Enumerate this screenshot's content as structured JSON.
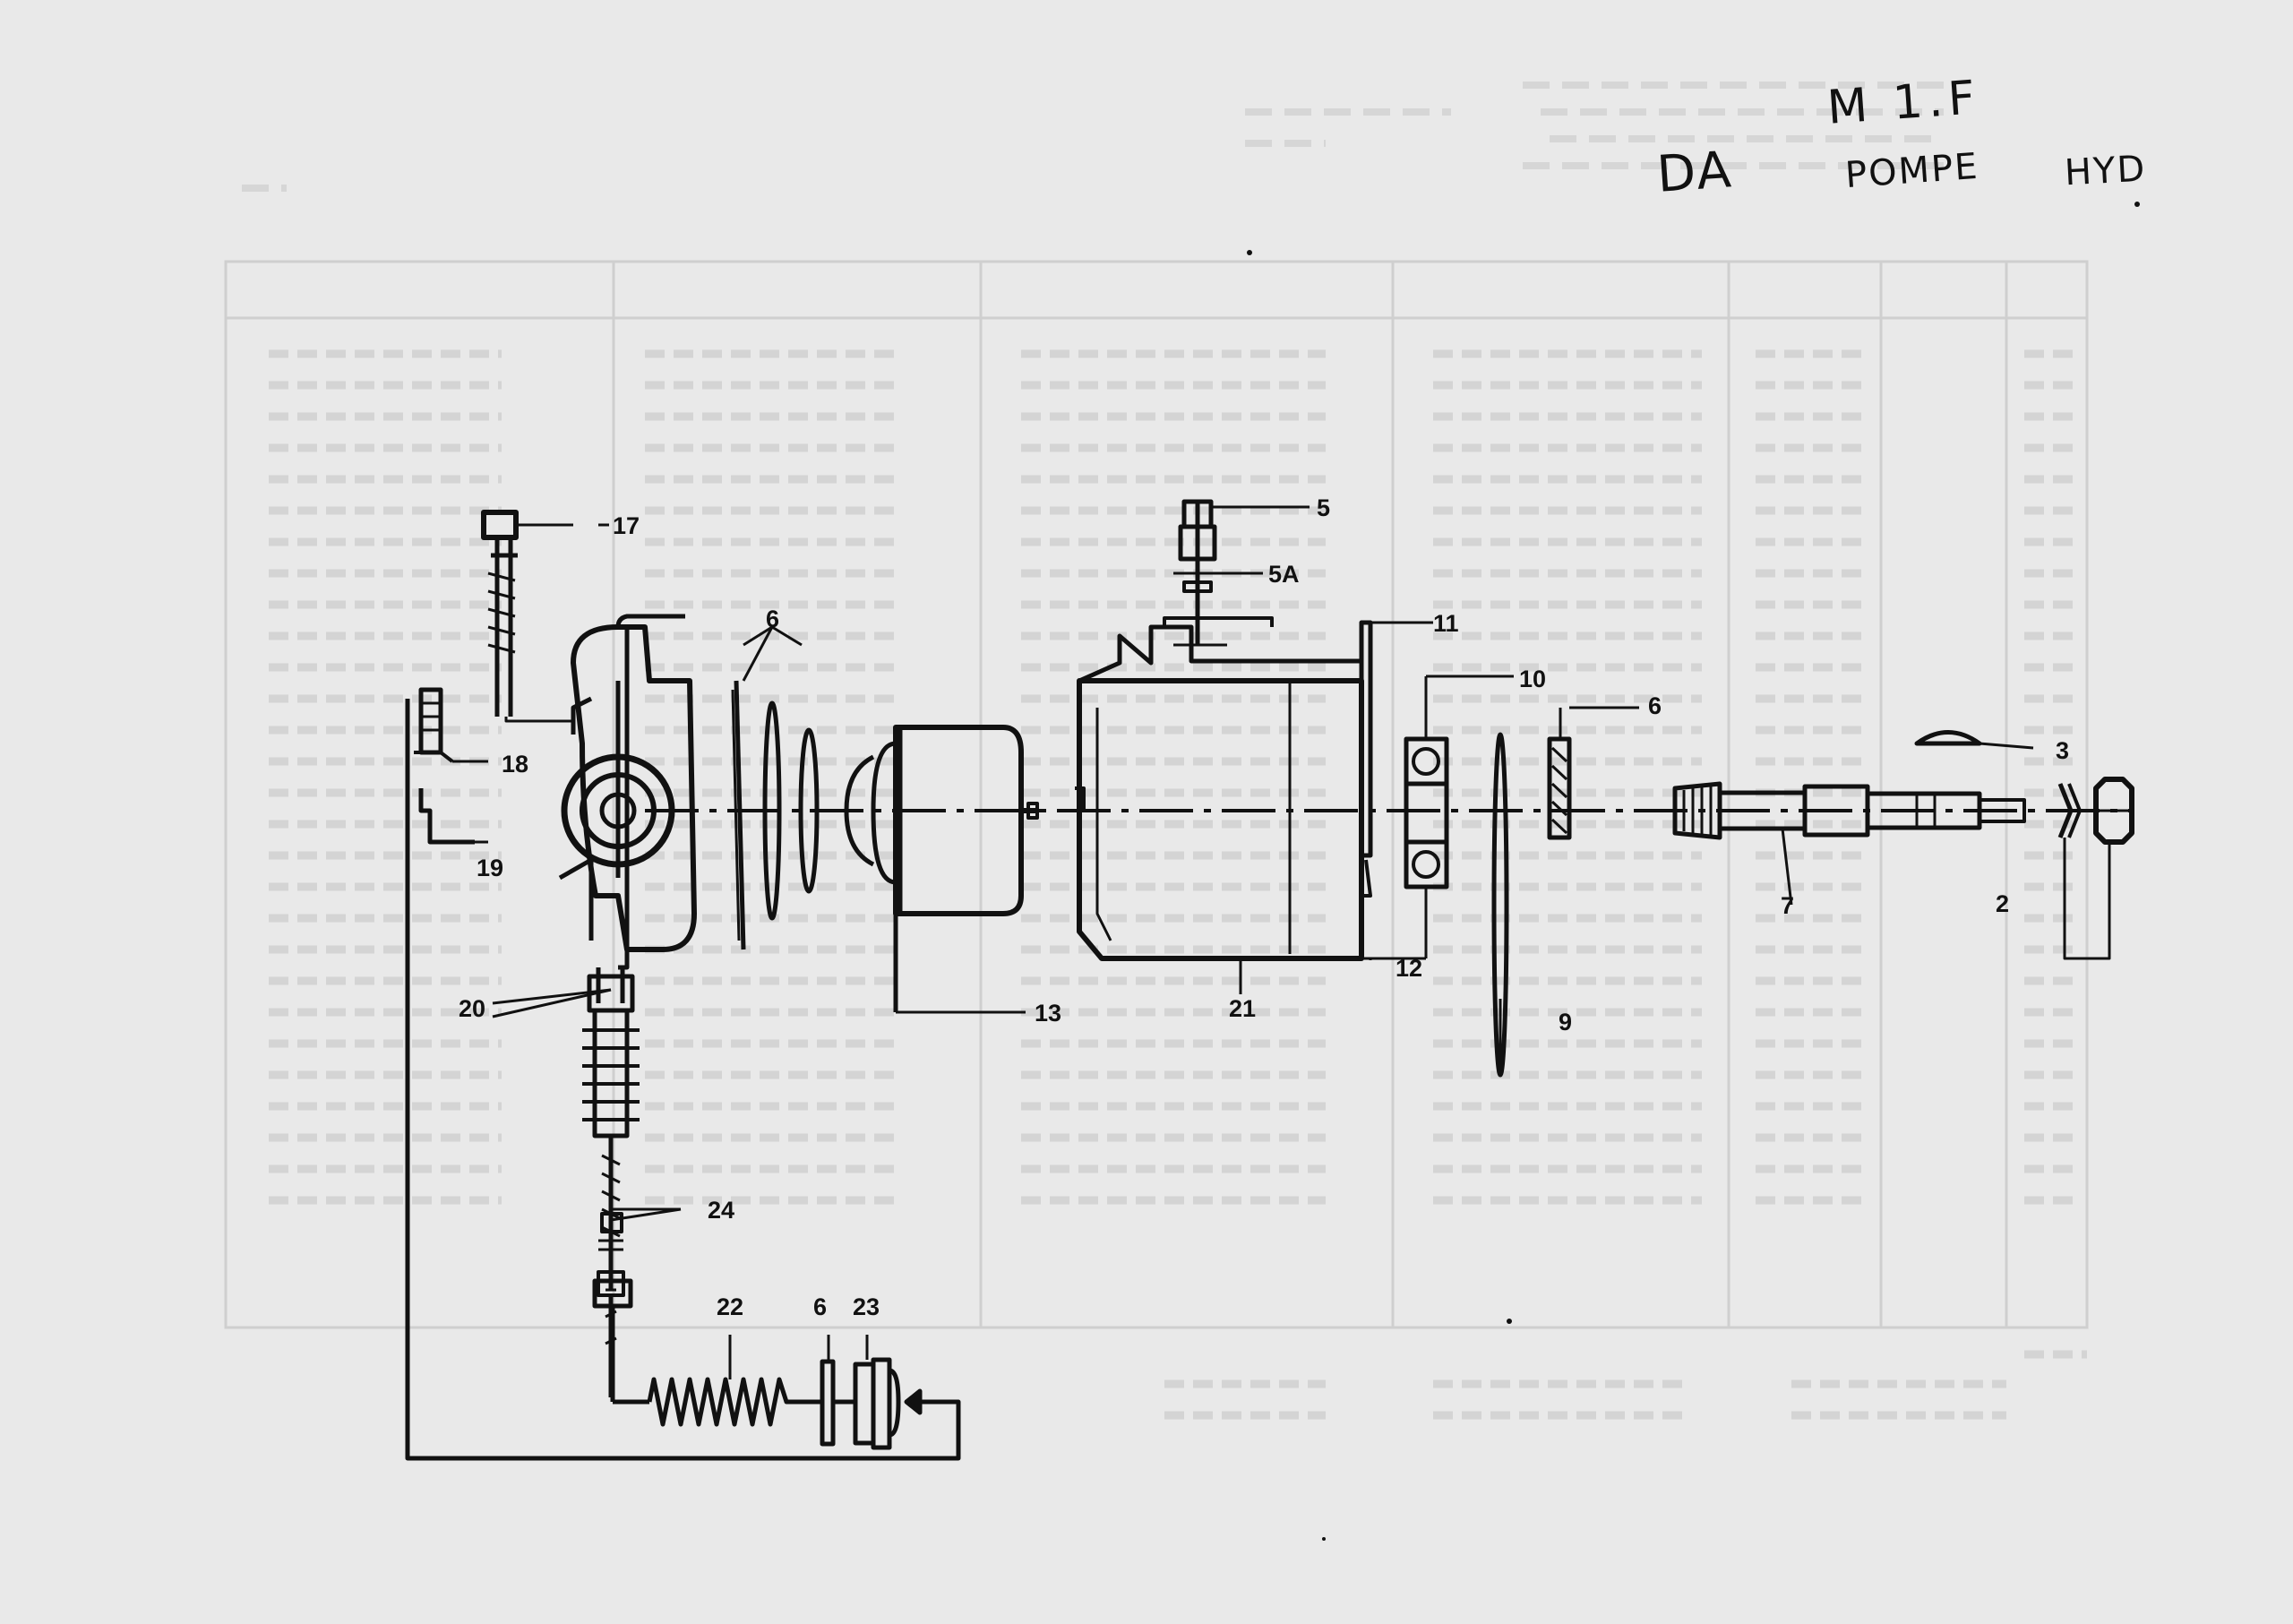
{
  "annotations": {
    "sheet_ref": "M 1.F",
    "da": "DA",
    "pompe": "POMPE",
    "hyd": "HYD"
  },
  "callouts": [
    {
      "id": "p17",
      "label": "17"
    },
    {
      "id": "p18",
      "label": "18"
    },
    {
      "id": "p19",
      "label": "19"
    },
    {
      "id": "p20",
      "label": "20"
    },
    {
      "id": "p6a",
      "label": "6"
    },
    {
      "id": "p13",
      "label": "13"
    },
    {
      "id": "p5",
      "label": "5"
    },
    {
      "id": "p5a",
      "label": "5A"
    },
    {
      "id": "p21",
      "label": "21"
    },
    {
      "id": "p11",
      "label": "11"
    },
    {
      "id": "p10",
      "label": "10"
    },
    {
      "id": "p12",
      "label": "12"
    },
    {
      "id": "p9",
      "label": "9"
    },
    {
      "id": "p6b",
      "label": "6"
    },
    {
      "id": "p3",
      "label": "3"
    },
    {
      "id": "p7",
      "label": "7"
    },
    {
      "id": "p2",
      "label": "2"
    },
    {
      "id": "p24",
      "label": "24"
    },
    {
      "id": "p22",
      "label": "22"
    },
    {
      "id": "p6c",
      "label": "6"
    },
    {
      "id": "p23",
      "label": "23"
    }
  ],
  "colors": {
    "paper": "#e9e9e9",
    "ink": "#111111",
    "bleed_through": "#c9c9c9"
  }
}
